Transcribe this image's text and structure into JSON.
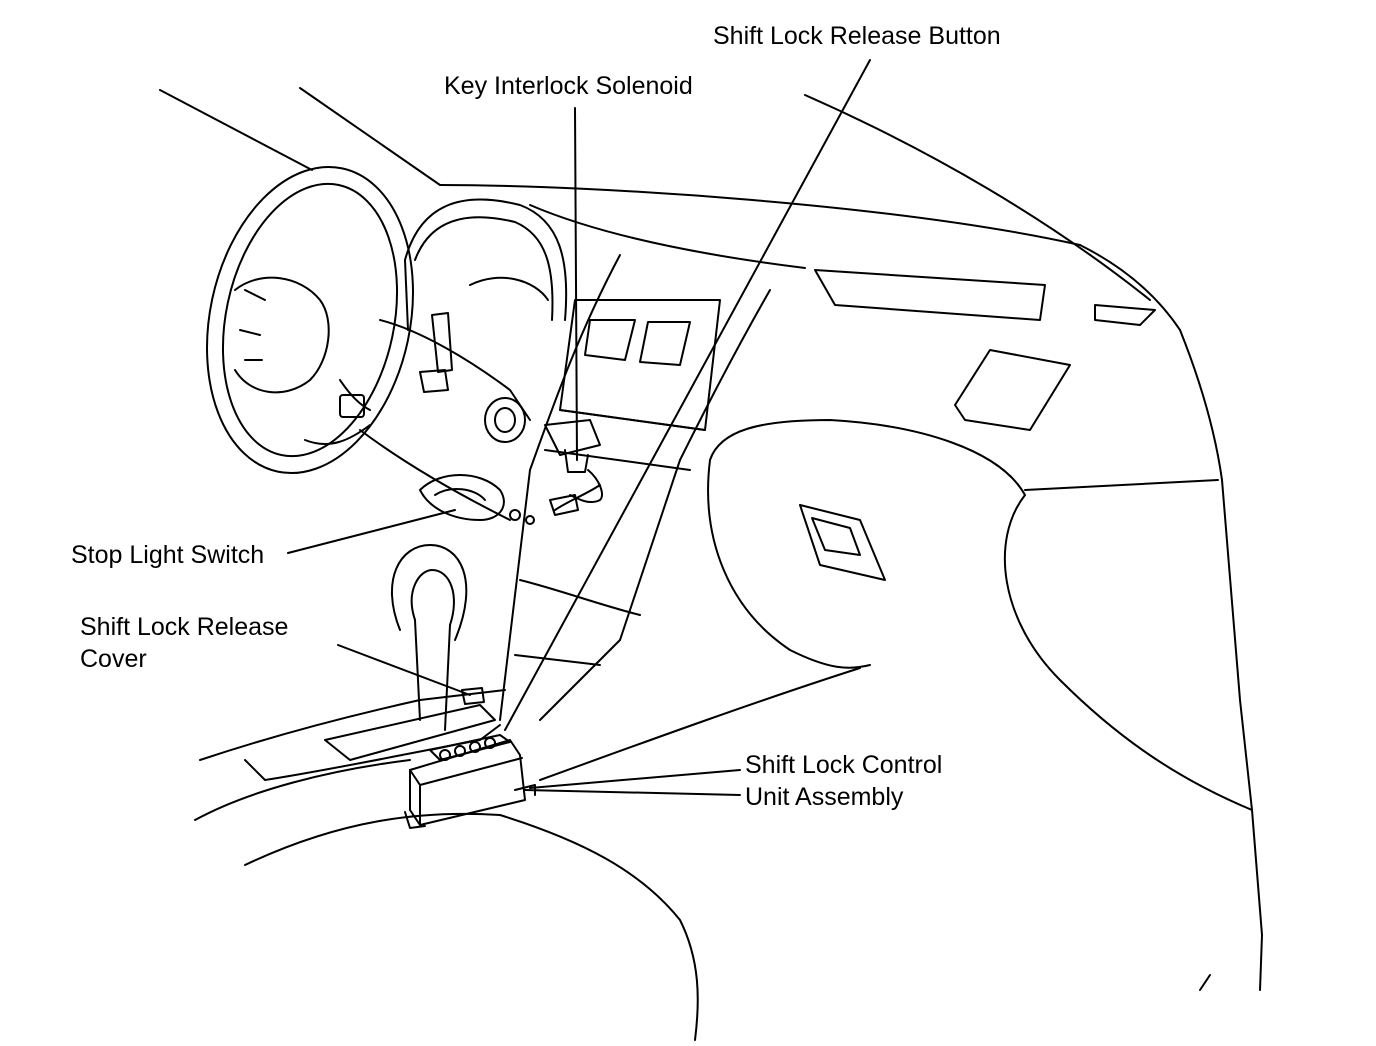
{
  "diagram": {
    "labels": {
      "shift_lock_release_button": "Shift Lock Release Button",
      "key_interlock_solenoid": "Key Interlock Solenoid",
      "stop_light_switch": "Stop Light Switch",
      "shift_lock_release_cover_line1": "Shift Lock Release",
      "shift_lock_release_cover_line2": "Cover",
      "shift_lock_control_unit_line1": "Shift Lock Control",
      "shift_lock_control_unit_line2": "Unit Assembly"
    },
    "colors": {
      "ink": "#000000",
      "paper": "#ffffff"
    }
  }
}
